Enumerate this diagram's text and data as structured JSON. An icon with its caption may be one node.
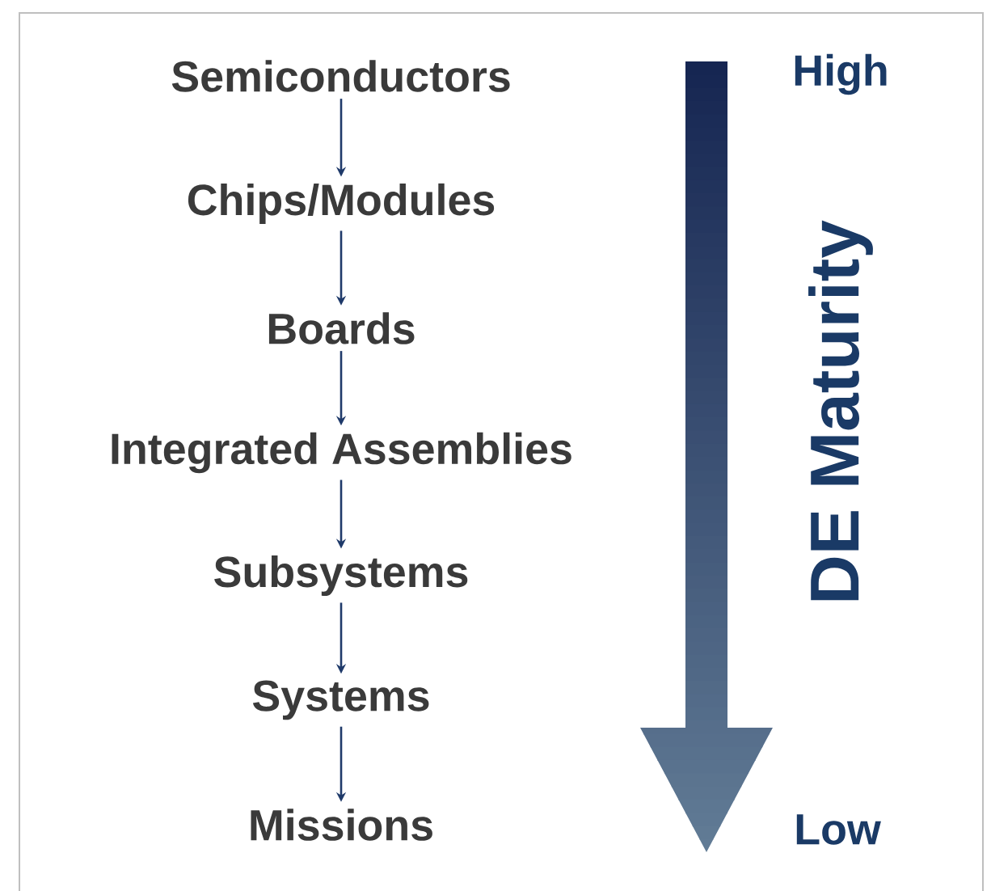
{
  "diagram": {
    "nodes": [
      {
        "text": [
          "Semiconductors"
        ]
      },
      {
        "text": [
          "Chips/Modules"
        ]
      },
      {
        "text": [
          "Boards"
        ]
      },
      {
        "text": [
          "Integrated Assemblies"
        ]
      },
      {
        "text": [
          "Subsystems"
        ]
      },
      {
        "text": [
          "Systems"
        ]
      },
      {
        "text": [
          "Missions"
        ]
      }
    ],
    "edges": [
      {
        "from": 0,
        "to": 1,
        "arrow": "to"
      },
      {
        "from": 1,
        "to": 2,
        "arrow": "to"
      },
      {
        "from": 2,
        "to": 3,
        "arrow": "to"
      },
      {
        "from": 3,
        "to": 4,
        "arrow": "to"
      },
      {
        "from": 4,
        "to": 5,
        "arrow": "to"
      },
      {
        "from": 5,
        "to": 6,
        "arrow": "to"
      }
    ],
    "labels": [
      "High",
      "DE Maturity",
      "Low"
    ]
  }
}
